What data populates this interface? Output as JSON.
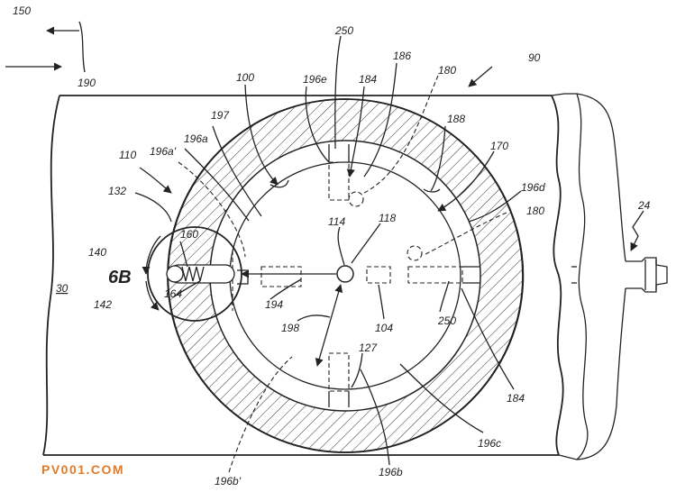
{
  "figure": {
    "reference_labels": {
      "r150": "150",
      "r190": "190",
      "r90": "90",
      "r250a": "250",
      "r186": "186",
      "r180a": "180",
      "r100": "100",
      "r196e": "196e",
      "r184a": "184",
      "r188": "188",
      "r197": "197",
      "r170": "170",
      "r110": "110",
      "r196a_prime": "196a'",
      "r196a": "196a",
      "r196d": "196d",
      "r132": "132",
      "r180b": "180",
      "r24": "24",
      "r114": "114",
      "r118": "118",
      "r140": "140",
      "r160": "160",
      "r6B": "6B",
      "r142": "142",
      "r30": "30",
      "r164": "164",
      "r194": "194",
      "r250b": "250",
      "r198": "198",
      "r104": "104",
      "r127": "127",
      "r184b": "184",
      "r196c": "196c",
      "r196b_prime": "196b'",
      "r196b": "196b"
    },
    "watermark": "PV001.COM"
  }
}
